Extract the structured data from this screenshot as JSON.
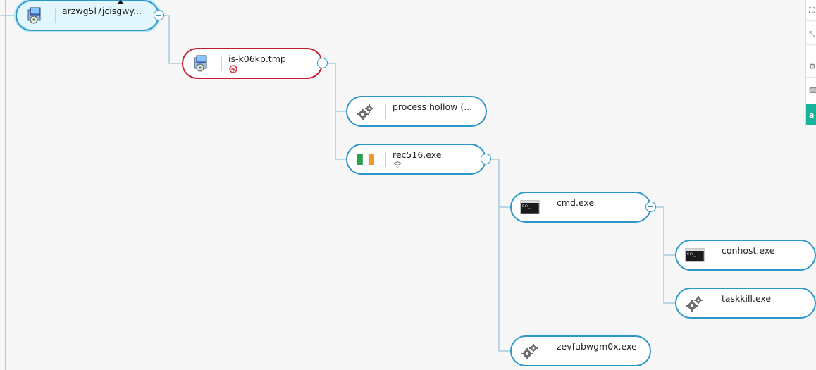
{
  "tree": {
    "nodes": [
      {
        "id": "n1",
        "label": "arzwg5l7jcisgwy...",
        "icon": "installer-icon",
        "variant": "root",
        "badge": null
      },
      {
        "id": "n2",
        "label": "is-k06kp.tmp",
        "icon": "installer-icon",
        "variant": "alert",
        "badge": "malicious-activity-icon"
      },
      {
        "id": "n3",
        "label": "process hollow (...",
        "icon": "gears-icon",
        "variant": "normal",
        "badge": null
      },
      {
        "id": "n4",
        "label": "rec516.exe",
        "icon": "irish-flag-icon",
        "variant": "normal",
        "badge": "network-activity-icon"
      },
      {
        "id": "n5",
        "label": "cmd.exe",
        "icon": "console-icon",
        "variant": "normal",
        "badge": null
      },
      {
        "id": "n6",
        "label": "conhost.exe",
        "icon": "console-icon",
        "variant": "normal",
        "badge": null
      },
      {
        "id": "n7",
        "label": "taskkill.exe",
        "icon": "gears-icon",
        "variant": "normal",
        "badge": null
      },
      {
        "id": "n8",
        "label": "zevfubwgm0x.exe",
        "icon": "gears-icon",
        "variant": "normal",
        "badge": null
      }
    ],
    "colors": {
      "node_border": "#2b97c9",
      "alert_border": "#c8192e",
      "root_fill": "#e2f6fd",
      "connector": "#a8ccdb",
      "active_tab": "#17b39a"
    }
  },
  "toolbar": {
    "buttons": [
      {
        "icon": "fit-view-icon",
        "glyph": "⛶"
      },
      {
        "icon": "collapse-icon",
        "glyph": "⤡"
      },
      {
        "icon": "settings-icon",
        "glyph": "⚙"
      },
      {
        "icon": "comment-icon",
        "glyph": "⌨"
      },
      {
        "icon": "tab-icon",
        "glyph": "a",
        "active": true
      }
    ]
  }
}
